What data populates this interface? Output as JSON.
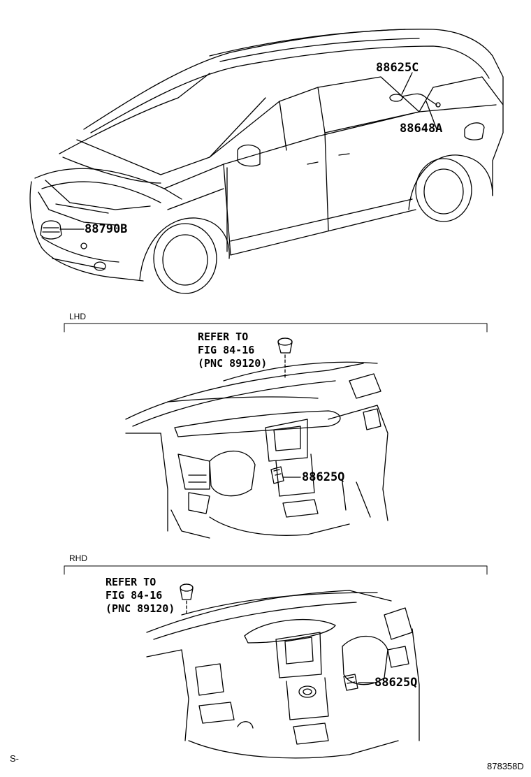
{
  "parts": {
    "p1": "88625C",
    "p2": "88648A",
    "p3": "88790B",
    "p4": "88625Q",
    "p5": "88625Q"
  },
  "sections": {
    "lhd": "LHD",
    "rhd": "RHD"
  },
  "refer": {
    "lhd": {
      "line1": "REFER TO",
      "line2": "FIG 84-16",
      "line3": "(PNC 89120)"
    },
    "rhd": {
      "line1": "REFER TO",
      "line2": "FIG 84-16",
      "line3": "(PNC 89120)"
    }
  },
  "footer": {
    "left": "S-",
    "code": "878358D"
  }
}
